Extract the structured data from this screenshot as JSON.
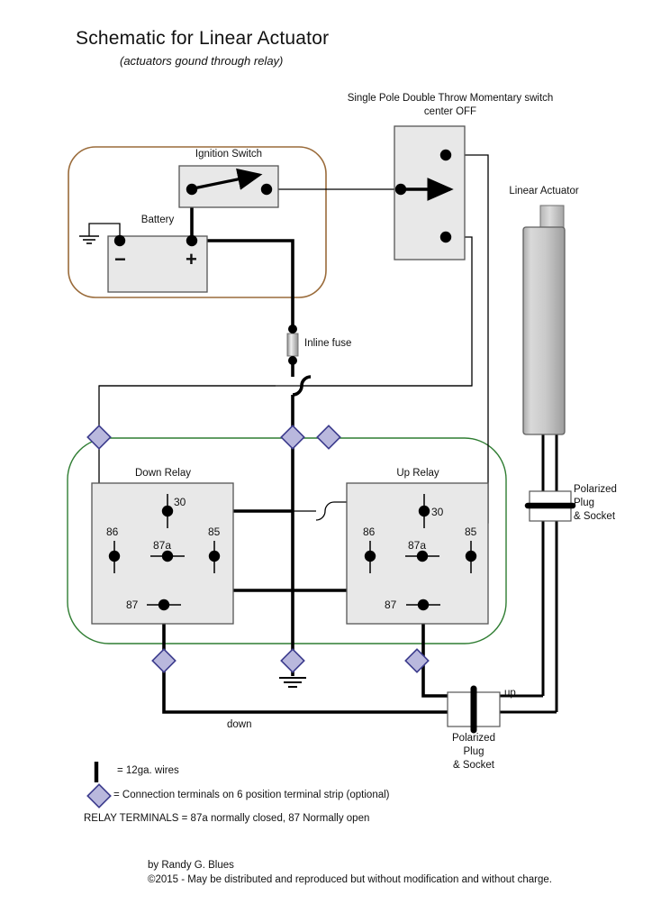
{
  "page": {
    "title": "Schematic for Linear Actuator",
    "subtitle": "(actuators gound through relay)",
    "bg": "#ffffff"
  },
  "colors": {
    "wire": "#000000",
    "box_fill": "#e8e8e8",
    "box_stroke": "#555555",
    "battery_group_border": "#9a6b3a",
    "relay_group_border": "#2f7d32",
    "terminal_fill": "#b9b8dd",
    "terminal_stroke": "#3b3a8c",
    "actuator_light": "#d8d8d8",
    "actuator_dark": "#9e9e9e"
  },
  "labels": {
    "spdt_switch_line1": "Single Pole Double Throw Momentary switch",
    "spdt_switch_line2": "center OFF",
    "ignition_switch": "Ignition Switch",
    "battery": "Battery",
    "battery_minus": "−",
    "battery_plus": "+",
    "inline_fuse": "Inline fuse",
    "linear_actuator": "Linear Actuator",
    "down_relay": "Down Relay",
    "up_relay": "Up Relay",
    "polarized_plug_right": "Polarized\nPlug\n& Socket",
    "polarized_plug_right_l1": "Polarized",
    "polarized_plug_right_l2": "Plug",
    "polarized_plug_right_l3": "& Socket",
    "polarized_plug_bottom_l1": "Polarized",
    "polarized_plug_bottom_l2": "Plug",
    "polarized_plug_bottom_l3": "& Socket",
    "wire_down": "down",
    "wire_up": "up"
  },
  "relay_terminals": {
    "t30": "30",
    "t86": "86",
    "t87a": "87a",
    "t85": "85",
    "t87": "87"
  },
  "legend": {
    "wire_gauge": "= 12ga. wires",
    "terminal_note": "=  Connection terminals on 6 position terminal strip (optional)",
    "relay_note": "RELAY TERMINALS = 87a normally closed, 87 Normally open"
  },
  "footer": {
    "author": "by Randy G. Blues",
    "copyright": "©2015 - May be distributed and reproduced but without modification and without charge."
  }
}
